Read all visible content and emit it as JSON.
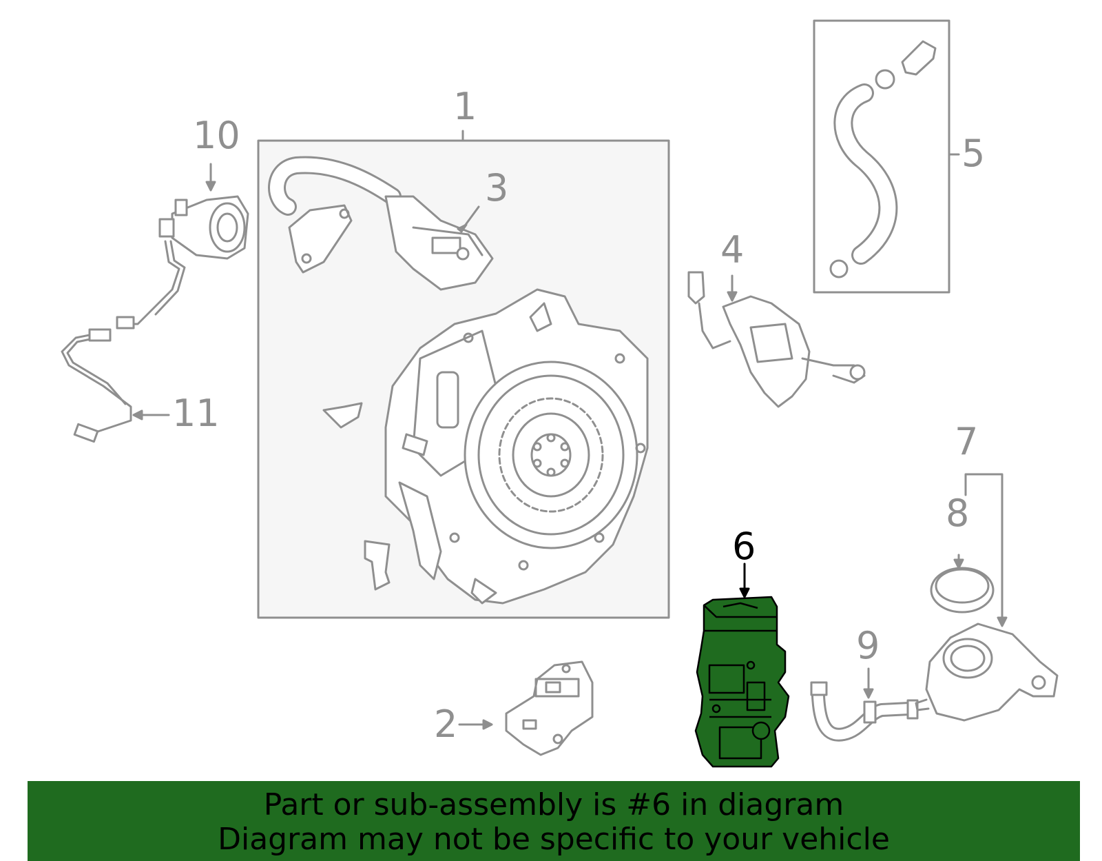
{
  "colors": {
    "line": "#8f8f8f",
    "frame_fill": "#f6f6f6",
    "highlight": "#1f6b1f",
    "highlight_line": "#000000",
    "banner": "#1f6b1f"
  },
  "callouts": [
    {
      "id": "1",
      "label": "1"
    },
    {
      "id": "2",
      "label": "2"
    },
    {
      "id": "3",
      "label": "3"
    },
    {
      "id": "4",
      "label": "4"
    },
    {
      "id": "5",
      "label": "5"
    },
    {
      "id": "6",
      "label": "6",
      "highlighted": true
    },
    {
      "id": "7",
      "label": "7"
    },
    {
      "id": "8",
      "label": "8"
    },
    {
      "id": "9",
      "label": "9"
    },
    {
      "id": "10",
      "label": "10"
    },
    {
      "id": "11",
      "label": "11"
    }
  ],
  "banner": {
    "line1": "Part or sub-assembly is #6 in diagram",
    "line2": "Diagram may not be specific to your vehicle"
  }
}
